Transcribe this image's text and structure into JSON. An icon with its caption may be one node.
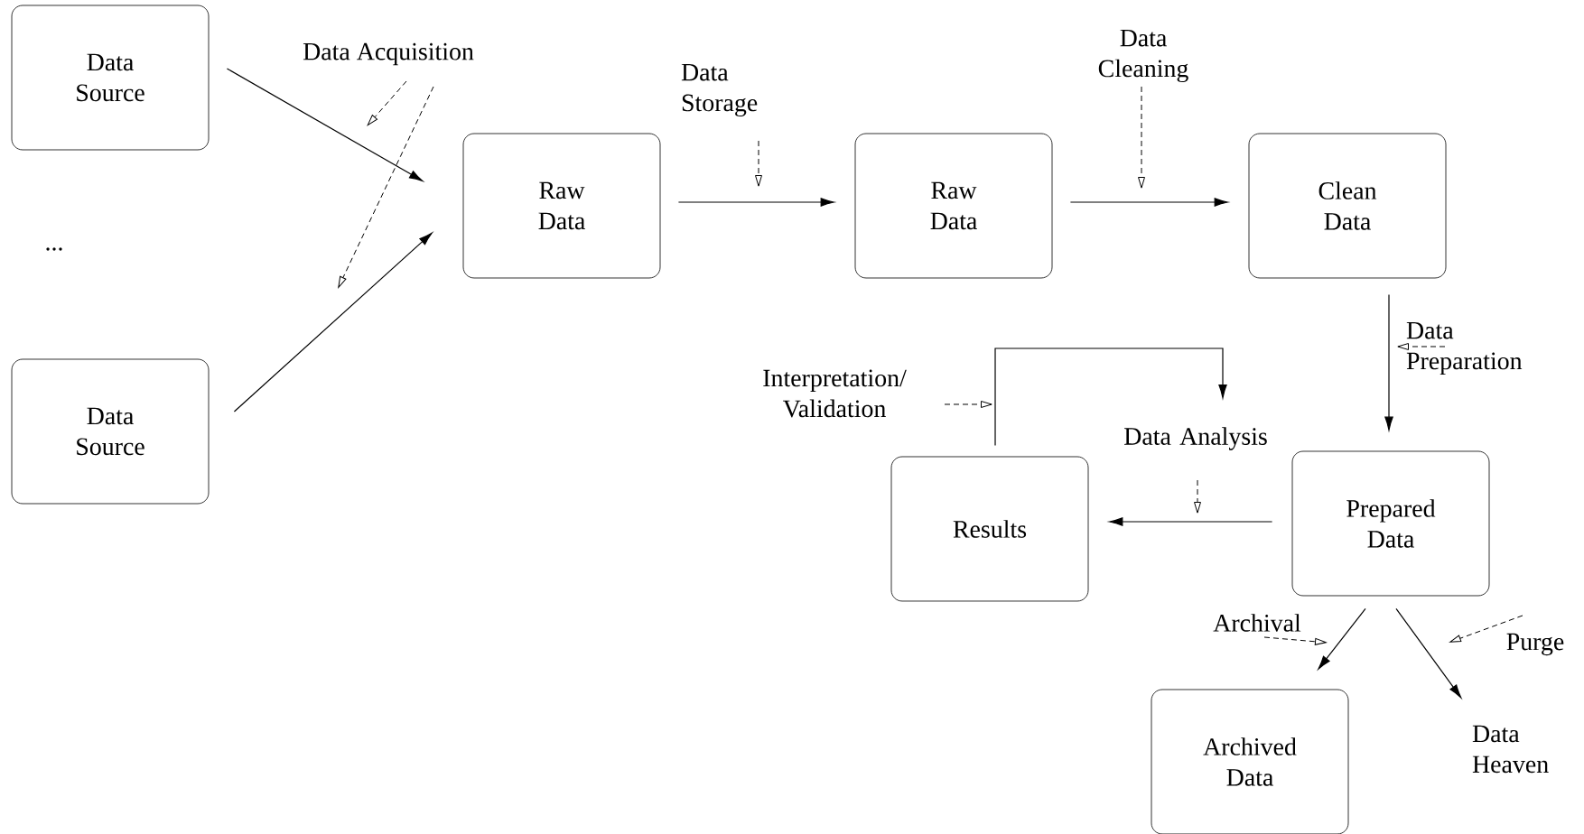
{
  "diagram": {
    "nodes": [
      {
        "text": [
          "Data Source"
        ]
      },
      {
        "text": [
          "Data Source"
        ]
      },
      {
        "text": [
          "Raw Data"
        ]
      },
      {
        "text": [
          "Raw Data"
        ]
      },
      {
        "text": [
          "Clean Data"
        ]
      },
      {
        "text": [
          "Prepared Data"
        ]
      },
      {
        "text": [
          "Results"
        ]
      },
      {
        "text": [
          "Archived Data"
        ]
      },
      {
        "text": [
          "Data Heaven"
        ]
      }
    ],
    "edges": [
      {
        "from": 0,
        "to": 2,
        "arrow": "to"
      },
      {
        "from": 1,
        "to": 2,
        "arrow": "to"
      },
      {
        "from": 2,
        "to": 3,
        "arrow": "to",
        "label": "Data Storage"
      },
      {
        "from": 3,
        "to": 4,
        "arrow": "to",
        "label": "Data Cleaning"
      },
      {
        "from": 4,
        "to": 5,
        "arrow": "to",
        "label": "Data Preparation"
      },
      {
        "from": 5,
        "to": 6,
        "arrow": "to",
        "label": "Data Analysis"
      },
      {
        "from": 6,
        "to": null,
        "arrow": "to",
        "label": "Interpretation/ Validation"
      },
      {
        "from": 5,
        "to": 7,
        "arrow": "to",
        "label": "Archival"
      },
      {
        "from": 5,
        "to": 8,
        "arrow": "to",
        "label": "Purge"
      }
    ],
    "labels": [
      "Data Acquisition",
      "..."
    ]
  }
}
